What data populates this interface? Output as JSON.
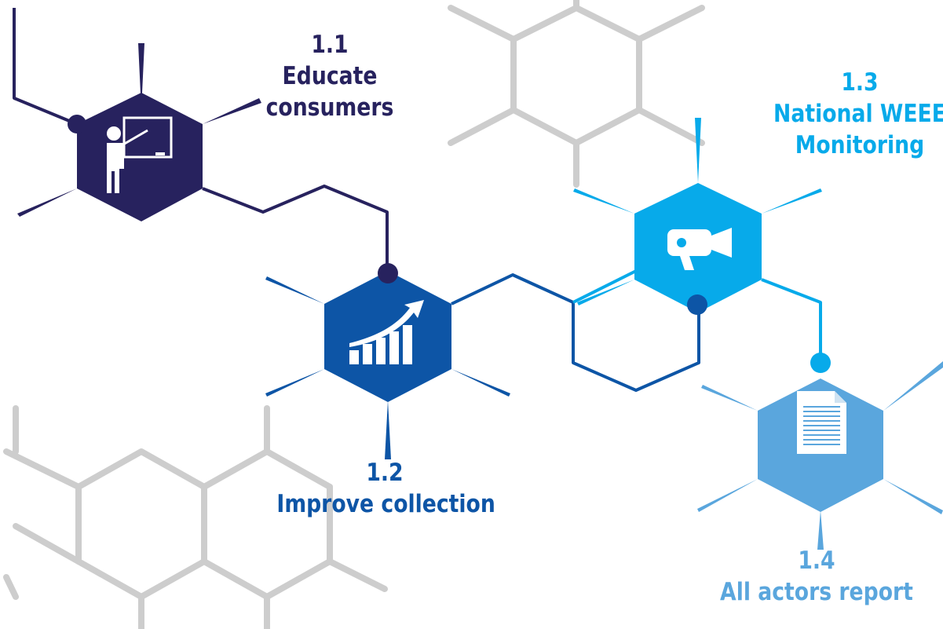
{
  "colors": {
    "navy": "#27225e",
    "royal": "#0d55a6",
    "cyan": "#07aaea",
    "light": "#5aa6dd",
    "grid": "#cdcdcd",
    "icon": "#ffffff"
  },
  "nodes": [
    {
      "number": "1.1",
      "title": "Educate",
      "title2": "consumers",
      "icon": "teacher-board-icon",
      "color": "#27225e"
    },
    {
      "number": "1.2",
      "title": "Improve collection",
      "icon": "growth-chart-icon",
      "color": "#0d55a6"
    },
    {
      "number": "1.3",
      "title": "National WEEE",
      "title2": "Monitoring",
      "icon": "video-camera-icon",
      "color": "#07aaea"
    },
    {
      "number": "1.4",
      "title": "All actors report",
      "icon": "document-icon",
      "color": "#5aa6dd"
    }
  ]
}
